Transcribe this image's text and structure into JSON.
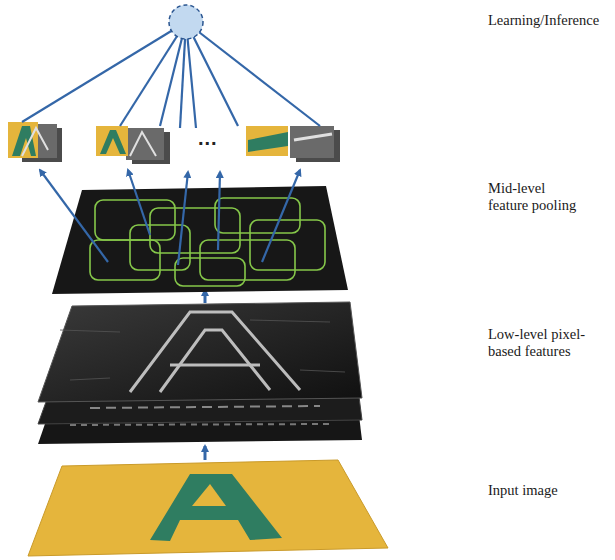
{
  "diagram": {
    "labels": [
      "Learning/Inference",
      "...",
      "Mid-level feature pooling",
      "Low-level pixel-based features",
      "Input image"
    ]
  }
}
